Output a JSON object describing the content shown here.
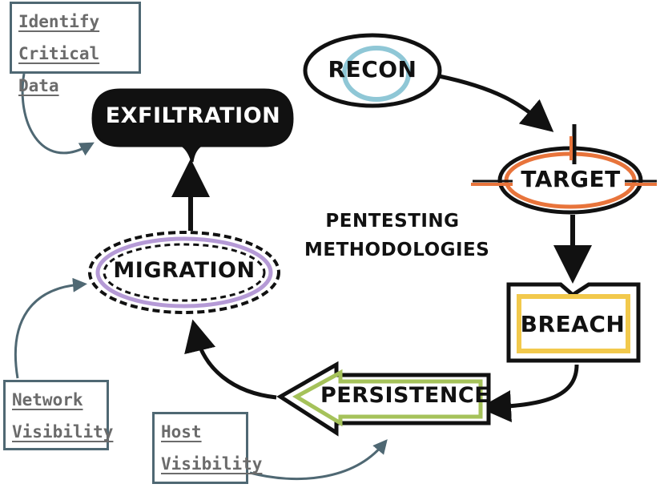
{
  "title": [
    "PENTESTING",
    "METHODOLOGIES"
  ],
  "stages": {
    "recon": "RECON",
    "target": "TARGET",
    "breach": "BREACH",
    "persistence": "PERSISTENCE",
    "migration": "MIGRATION",
    "exfiltration": "EXFILTRATION"
  },
  "notes": {
    "critical_data": [
      "Identify",
      "Critical Data"
    ],
    "network": [
      "Network",
      "Visibility"
    ],
    "host": [
      "Host",
      "Visibility"
    ]
  },
  "colors": {
    "recon": "#8fc7d6",
    "target": "#e8743b",
    "breach": "#f2c94c",
    "persistence": "#a5c25a",
    "migration": "#b59ad6",
    "connector": "#4f6873"
  }
}
